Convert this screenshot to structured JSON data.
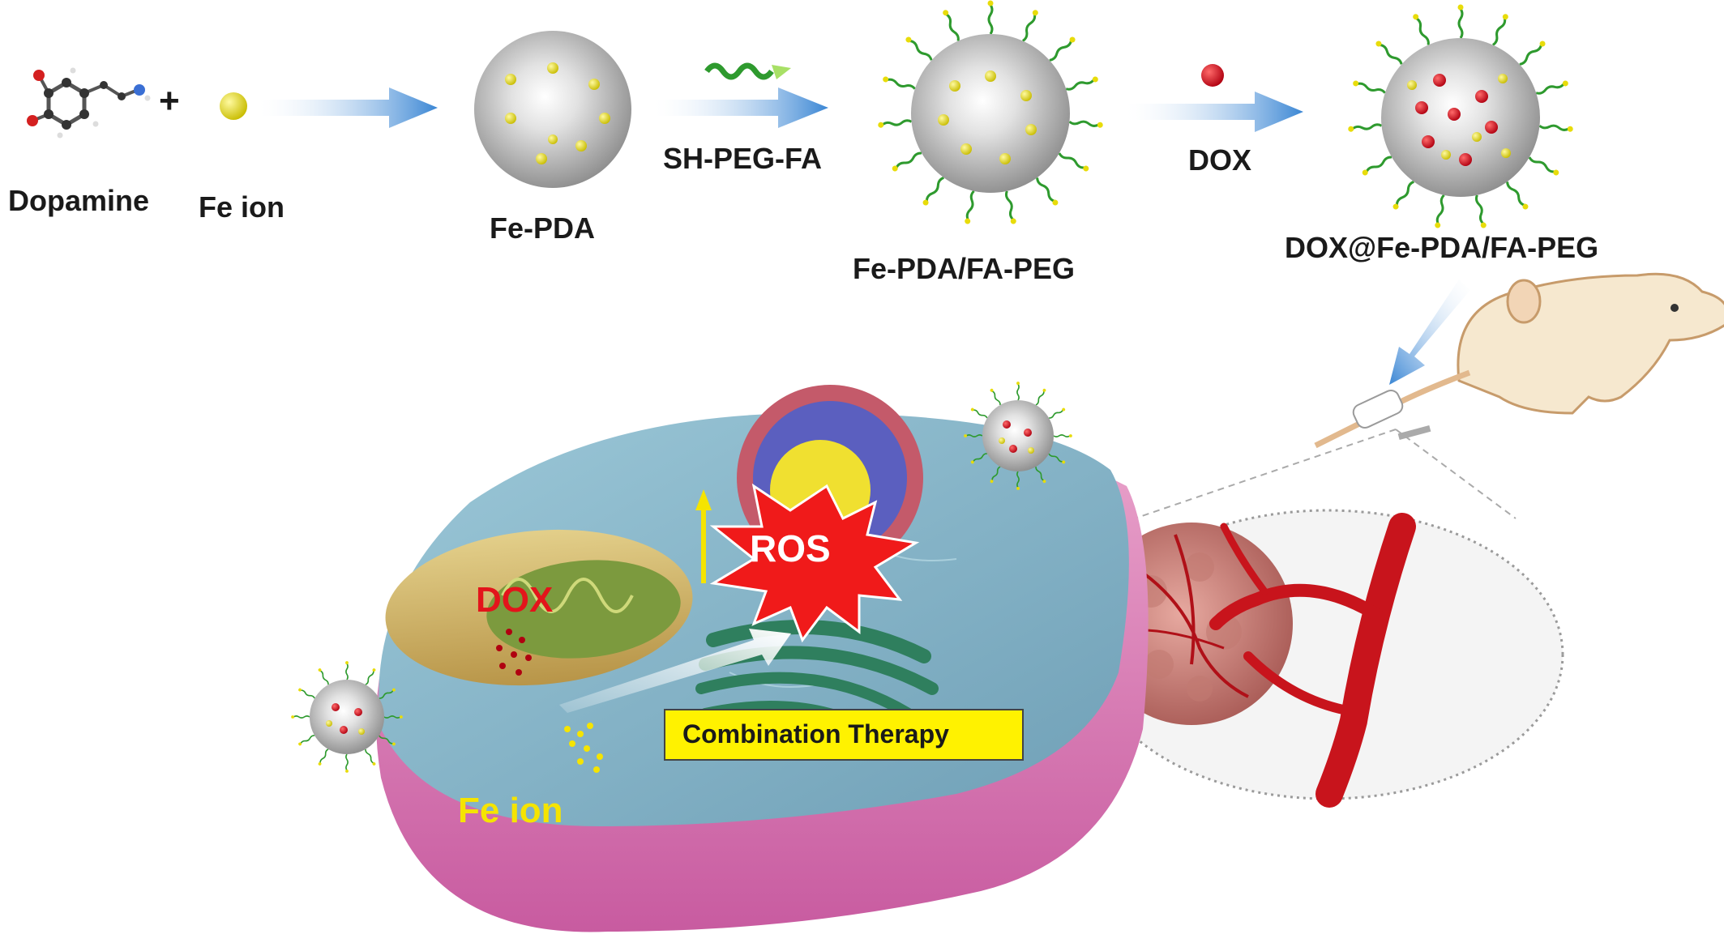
{
  "labels": {
    "dopamine": "Dopamine",
    "fe_ion": "Fe  ion",
    "fe_pda": "Fe-PDA",
    "sh_peg_fa": "SH-PEG-FA",
    "fe_pda_fa_peg": "Fe-PDA/FA-PEG",
    "dox_reagent": "DOX",
    "dox_fe_pda_fa_peg": "DOX@Fe-PDA/FA-PEG",
    "plus": "+",
    "ros": "ROS",
    "dox_cell": "DOX",
    "fe_ion_cell": "Fe ion",
    "combination_therapy": "Combination  Therapy"
  },
  "colors": {
    "arrow_blue": "#3a86d4",
    "iron_yellow": "#e8dc0a",
    "dox_red": "#d4101a",
    "ros_red": "#f01a1a",
    "peg_green": "#2e9a2e",
    "nanoparticle_gray": "#b8b8b8",
    "combo_box": "#fff200",
    "vessel_red": "#c8141c",
    "cell_blue": "#7fb3c7",
    "membrane_pink": "#d978b0"
  }
}
